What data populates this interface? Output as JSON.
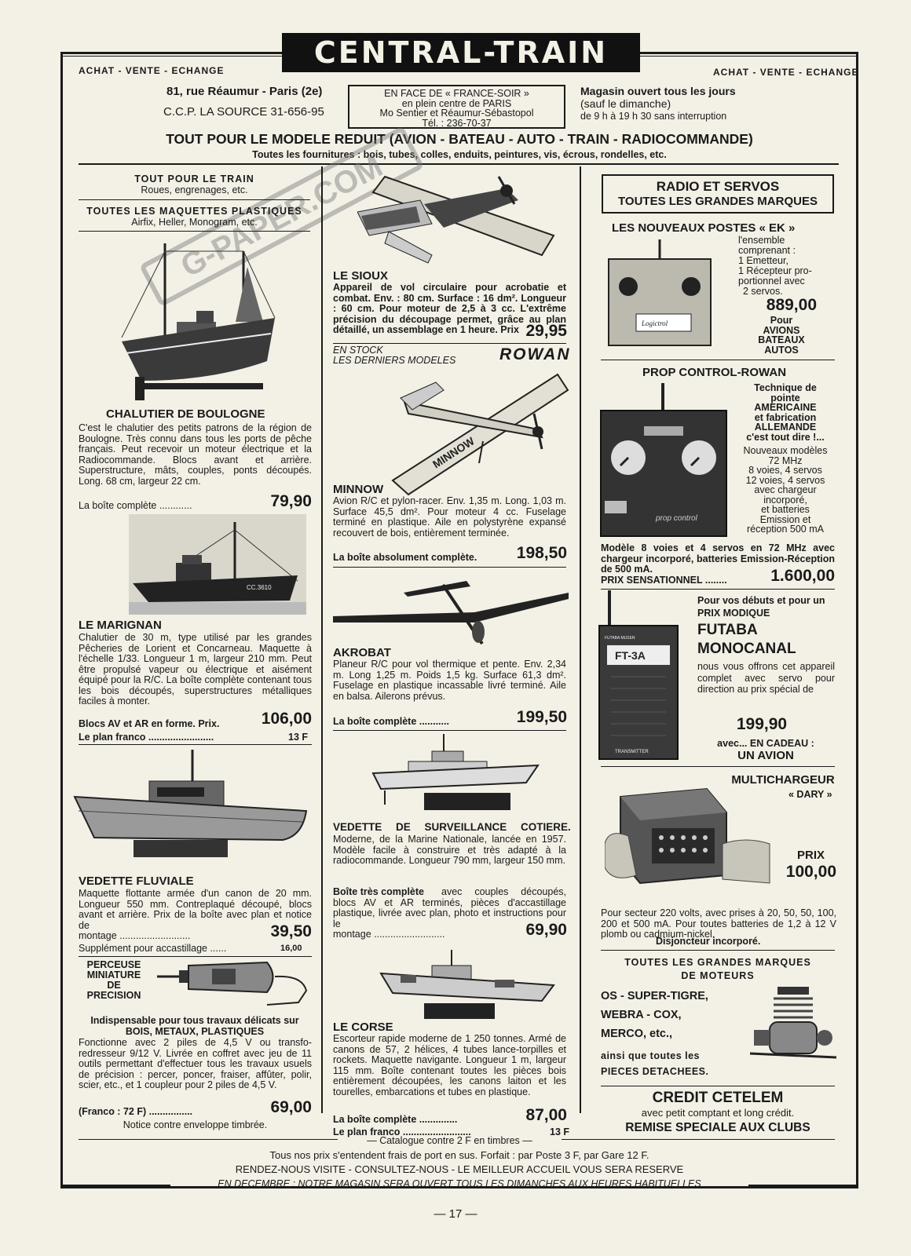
{
  "header": {
    "brand": "CENTRAL-TRAIN",
    "tag_left": "ACHAT - VENTE - ECHANGE",
    "tag_right": "ACHAT - VENTE - ECHANGE",
    "address": "81, rue Réaumur - Paris (2e)",
    "ccp": "C.C.P. LA SOURCE 31-656-95",
    "box": [
      "EN FACE DE « FRANCE-SOIR »",
      "en plein centre de PARIS",
      "Mo Sentier et Réaumur-Sébastopol",
      "Tél. : 236-70-37"
    ],
    "hours": [
      "Magasin ouvert tous les jours",
      "(sauf le dimanche)",
      "de 9 h à 19 h 30 sans interruption"
    ],
    "slogan": "TOUT POUR LE MODELE REDUIT (AVION - BATEAU - AUTO - TRAIN - RADIOCOMMANDE)",
    "supplies": "Toutes les fournitures : bois, tubes, colles, enduits, peintures, vis, écrous, rondelles, etc."
  },
  "watermark": "G-PAPER.COM",
  "left": {
    "train_title": "TOUT POUR LE TRAIN",
    "train_sub": "Roues, engrenages, etc.",
    "kits_title": "TOUTES LES MAQUETTES PLASTIQUES",
    "kits_sub": "Airfix, Heller, Monogram, etc.",
    "chalutier_title": "CHALUTIER DE BOULOGNE",
    "chalutier_text": "C'est le chalutier des petits patrons de la région de Boulogne. Très connu dans tous les ports de pêche français. Peut recevoir un moteur électrique et la Radiocommande. Blocs avant et arrière. Superstructure, mâts, couples, ponts découpés. Long. 68 cm, largeur 22 cm.",
    "chalutier_last": "La boîte complète ............",
    "chalutier_price": "79,90",
    "marignan_title": "LE MARIGNAN",
    "marignan_text": "Chalutier de 30 m, type utilisé par les grandes Pêcheries de Lorient et Concarneau. Maquette à l'échelle 1/33. Longueur 1 m, largeur 210 mm. Peut être propulsé vapeur ou électrique et aisément équipé pour la R/C. La boîte complète contenant tous les bois découpés, superstructures métalliques faciles à monter.",
    "marignan_last": "Blocs AV et AR en forme. Prix.",
    "marignan_price": "106,00",
    "marignan_plan": "Le plan franco ........................",
    "marignan_plan_price": "13 F",
    "boat_label": "CC.3610",
    "vedette_title": "VEDETTE FLUVIALE",
    "vedette_text": "Maquette flottante armée d'un canon de 20 mm. Longueur 550 mm. Contreplaqué découpé, blocs avant et arrière. Prix de la boîte avec plan et notice de",
    "vedette_last": "montage ..........................",
    "vedette_price": "39,50",
    "vedette_supp": "Supplément pour accastillage ......",
    "vedette_supp_price": "16,00",
    "perceuse_title": [
      "PERCEUSE",
      "MINIATURE",
      "DE",
      "PRECISION"
    ],
    "perceuse_bold": "Indispensable pour tous travaux délicats sur BOIS, METAUX, PLASTIQUES",
    "perceuse_text": "Fonctionne avec 2 piles de 4,5 V ou transfo-redresseur 9/12 V. Livrée en coffret avec jeu de 11 outils permettant d'effectuer tous les travaux usuels de précision : percer, poncer, fraiser, affûter, polir, scier, etc., et 1 coupleur pour 2 piles de 4,5 V.",
    "perceuse_last": "(Franco : 72 F) ................",
    "perceuse_price": "69,00",
    "notice": "Notice contre enveloppe timbrée."
  },
  "middle": {
    "sioux_title": "LE SIOUX",
    "sioux_text": "Appareil de vol circulaire pour acrobatie et combat. Env. : 80 cm. Surface : 16 dm². Longueur : 60 cm. Pour moteur de 2,5 à 3 cc. L'extrême précision du découpage permet, grâce au plan détaillé, un assemblage en 1 heure. Prix",
    "sioux_price": "29,95",
    "stock": "EN STOCK",
    "stock2": "LES DERNIERS MODELES",
    "rowan": "ROWAN",
    "minnow_title": "MINNOW",
    "minnow_text": "Avion R/C et pylon-racer. Env. 1,35 m. Long. 1,03 m. Surface 45,5 dm². Pour moteur 4 cc. Fuselage terminé en plastique. Aile en polystyrène expansé recouvert de bois, entièrement terminée.",
    "minnow_last": "La boîte absolument complète.",
    "minnow_price": "198,50",
    "minnow_wing": "MINNOW",
    "akrobat_title": "AKROBAT",
    "akrobat_text": "Planeur R/C pour vol thermique et pente. Env. 2,34 m. Long 1,25 m. Poids 1,5 kg. Surface 61,3 dm². Fuselage en plastique incassable livré terminé. Aile en balsa. Ailerons prévus.",
    "akrobat_last": "La boîte complète ...........",
    "akrobat_price": "199,50",
    "cotiere_title": "VEDETTE DE SURVEILLANCE COTIERE.",
    "cotiere_text": "Moderne, de la Marine Nationale, lancée en 1957. Modèle facile à construire et très adapté à la radiocommande. Longueur 790 mm, largeur 150 mm.",
    "cotiere_bold": "Boîte très complète",
    "cotiere_text2": "avec couples découpés, blocs AV et AR terminés, pièces d'accastillage plastique, livrée avec plan, photo et instructions pour le",
    "cotiere_last": "montage ..........................",
    "cotiere_price": "69,90",
    "corse_title": "LE CORSE",
    "corse_text": "Escorteur rapide moderne de 1 250 tonnes. Armé de canons de 57, 2 hélices, 4 tubes lance-torpilles et rockets. Maquette navigante. Longueur 1 m, largeur 115 mm. Boîte contenant toutes les pièces bois entièrement découpées, les canons laiton et les tourelles, embarcations et tubes en plastique.",
    "corse_last": "La boîte complète ..............",
    "corse_price": "87,00",
    "corse_plan": "Le plan franco .........................",
    "corse_plan_price": "13 F"
  },
  "right": {
    "radio_title": "RADIO ET SERVOS",
    "radio_sub": "TOUTES LES GRANDES MARQUES",
    "ek_title": "LES NOUVEAUX POSTES « EK »",
    "ek_text": [
      "l'ensemble",
      "comprenant :",
      "1 Emetteur,",
      "1 Récepteur pro-",
      "portionnel avec",
      "2 servos."
    ],
    "ek_price": "889,00",
    "ek_for": [
      "Pour",
      "AVIONS",
      "BATEAUX",
      "AUTOS"
    ],
    "ek_logo": "Logictrol",
    "prop_title": "PROP CONTROL-ROWAN",
    "prop_text_bold": [
      "Technique de",
      "pointe",
      "AMERICAINE",
      "et fabrication",
      "ALLEMANDE",
      "c'est tout dire !..."
    ],
    "prop_text": [
      "Nouveaux modèles",
      "72 MHz",
      "8 voies, 4 servos",
      "12 voies, 4 servos",
      "avec chargeur",
      "incorporé,",
      "et batteries",
      "Emission et",
      "réception 500 mA"
    ],
    "prop_label": "prop control",
    "prop_model": "Modèle 8 voies et 4 servos en 72 MHz avec chargeur incorporé, batteries Emission-Réception de 500 mA.",
    "prop_last": "PRIX SENSATIONNEL ........",
    "prop_price": "1.600,00",
    "futaba_intro": "Pour vos débuts et pour un PRIX MODIQUE",
    "futaba_title": "FUTABA",
    "futaba_title2": "MONOCANAL",
    "futaba_text": "nous vous offrons cet appareil complet avec servo pour direction au prix spécial de",
    "futaba_price": "199,90",
    "futaba_gift": "avec... EN CADEAU :",
    "futaba_gift2": "UN AVION",
    "futaba_model": "FT-3A",
    "futaba_brand": "FUTABA MUSEN",
    "futaba_tx": "TRANSMITTER",
    "dary_title": "MULTICHARGEUR",
    "dary_title2": "« DARY »",
    "dary_prix": "PRIX",
    "dary_price": "100,00",
    "dary_text": "Pour secteur 220 volts, avec prises à 20, 50, 50, 100, 200 et 500 mA. Pour toutes batteries de 1,2 à 12 V plomb ou cadmium-nickel.",
    "dary_bold": "Disjoncteur incorporé.",
    "motors_title": "TOUTES LES GRANDES MARQUES",
    "motors_sub": "DE MOTEURS",
    "motors": [
      "OS - SUPER-TIGRE,",
      "WEBRA - COX,",
      "MERCO, etc.,"
    ],
    "motors_spare": "ainsi que toutes les",
    "motors_spare2": "PIECES DETACHEES.",
    "credit_title": "CREDIT CETELEM",
    "credit_text": "avec petit comptant et long crédit.",
    "clubs": "REMISE SPECIALE AUX CLUBS"
  },
  "footer": {
    "catalogue": "— Catalogue contre 2 F en timbres —",
    "prices": "Tous nos prix s'entendent frais de port en sus. Forfait : par Poste 3 F, par Gare 12 F.",
    "visit": "RENDEZ-NOUS VISITE - CONSULTEZ-NOUS - LE MEILLEUR ACCUEIL VOUS SERA RESERVE",
    "december": "EN DECEMBRE : NOTRE MAGASIN SERA OUVERT TOUS LES DIMANCHES AUX HEURES HABITUELLES",
    "page": "— 17 —"
  }
}
